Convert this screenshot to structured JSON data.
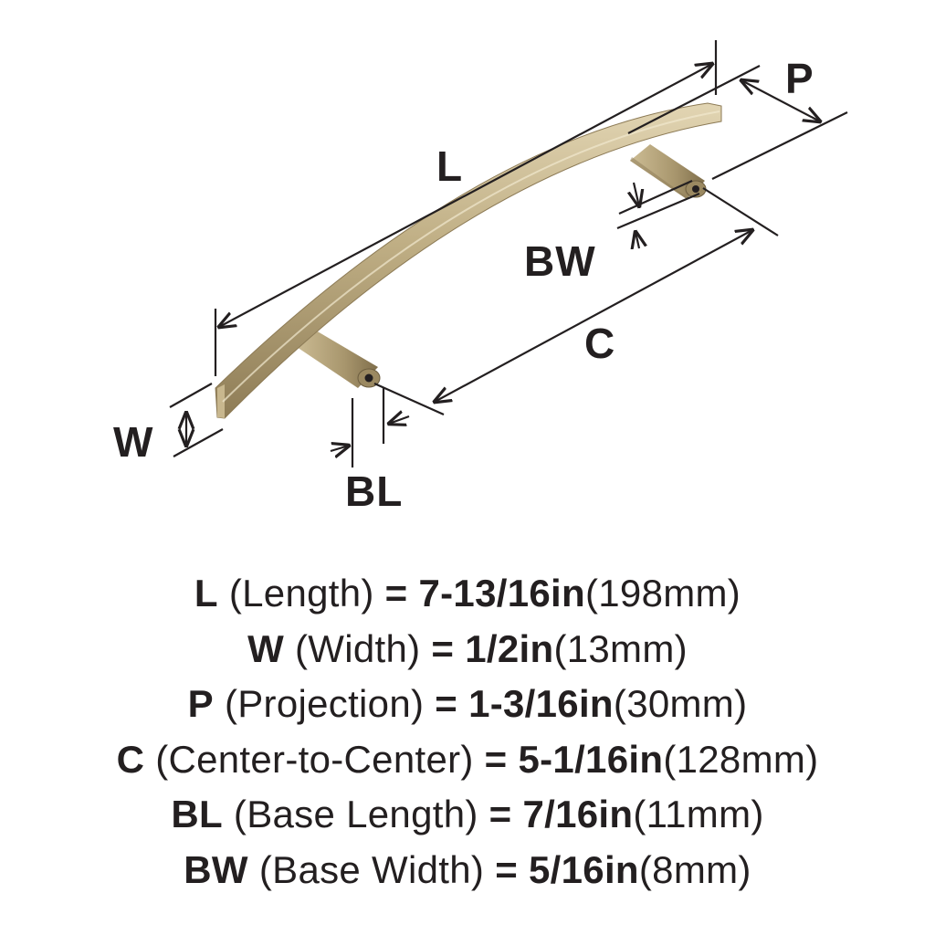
{
  "dimension_labels": {
    "L": "L",
    "P": "P",
    "W": "W",
    "BW": "BW",
    "C": "C",
    "BL": "BL"
  },
  "colors": {
    "handle_light": "#d8c9a4",
    "handle_mid": "#b7a47a",
    "handle_dark": "#8c7a55",
    "line": "#231f20"
  },
  "specs": [
    {
      "letter": "L",
      "name": "(Length)",
      "eq": "=",
      "inches": "7-13/16in",
      "mm": "(198mm)"
    },
    {
      "letter": "W",
      "name": "(Width)",
      "eq": "=",
      "inches": "1/2in",
      "mm": "(13mm)"
    },
    {
      "letter": "P",
      "name": "(Projection)",
      "eq": "=",
      "inches": "1-3/16in",
      "mm": "(30mm)"
    },
    {
      "letter": "C",
      "name": "(Center-to-Center)",
      "eq": "=",
      "inches": "5-1/16in",
      "mm": "(128mm)"
    },
    {
      "letter": "BL",
      "name": "(Base Length)",
      "eq": "=",
      "inches": "7/16in",
      "mm": "(11mm)"
    },
    {
      "letter": "BW",
      "name": "(Base Width)",
      "eq": "=",
      "inches": "5/16in",
      "mm": "(8mm)"
    }
  ]
}
